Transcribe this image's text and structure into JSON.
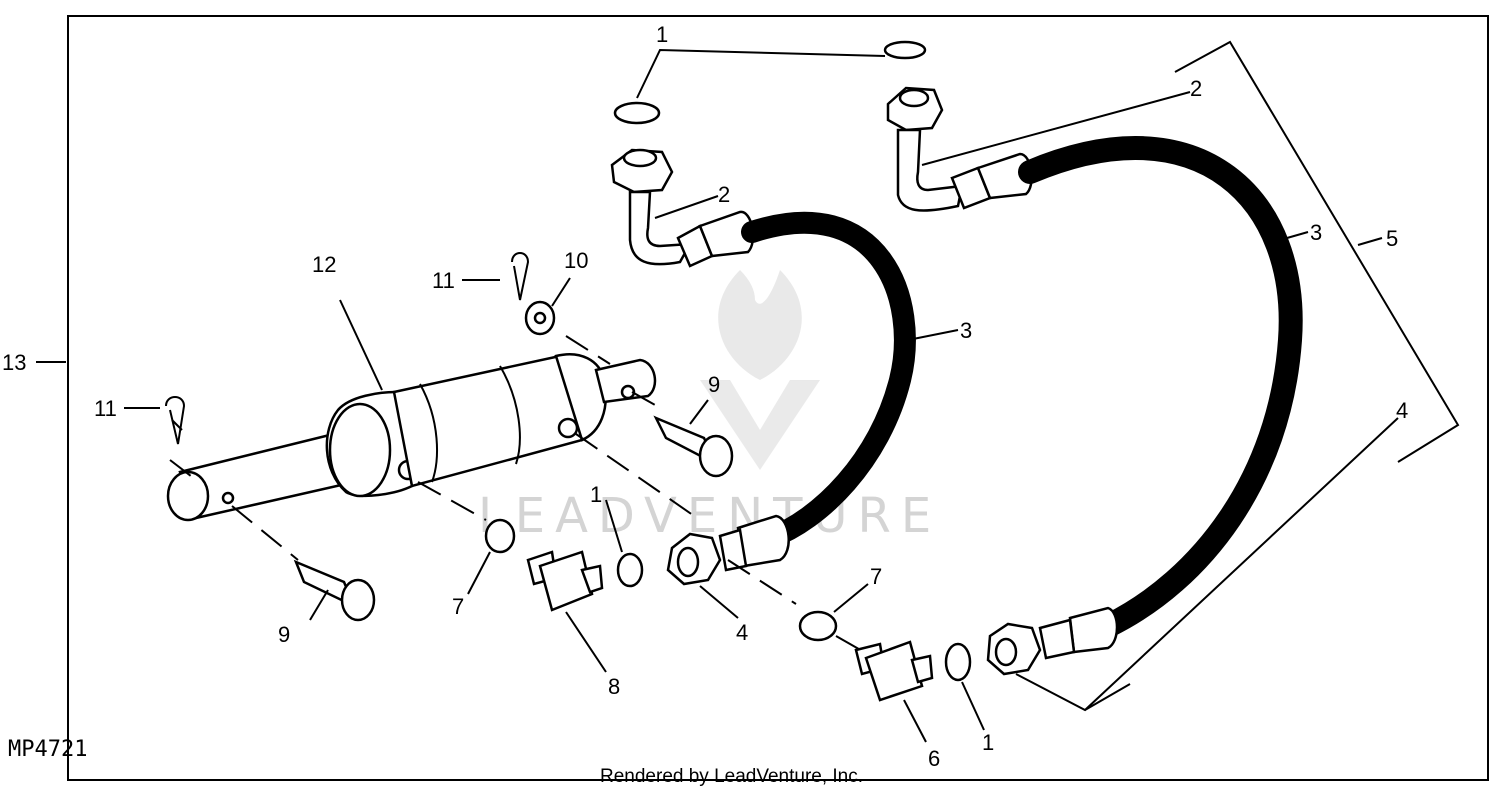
{
  "diagram": {
    "figure_id": "MP4721",
    "credit": "Rendered by LeadVenture, Inc.",
    "watermark": "LEADVENTURE",
    "callouts": {
      "c1a": "1",
      "c1b": "1",
      "c1c": "1",
      "c2a": "2",
      "c2b": "2",
      "c3a": "3",
      "c3b": "3",
      "c4a": "4",
      "c4b": "4",
      "c5": "5",
      "c6": "6",
      "c7a": "7",
      "c7b": "7",
      "c8": "8",
      "c9a": "9",
      "c9b": "9",
      "c10": "10",
      "c11a": "11",
      "c11b": "11",
      "c12": "12",
      "c13": "13"
    }
  }
}
